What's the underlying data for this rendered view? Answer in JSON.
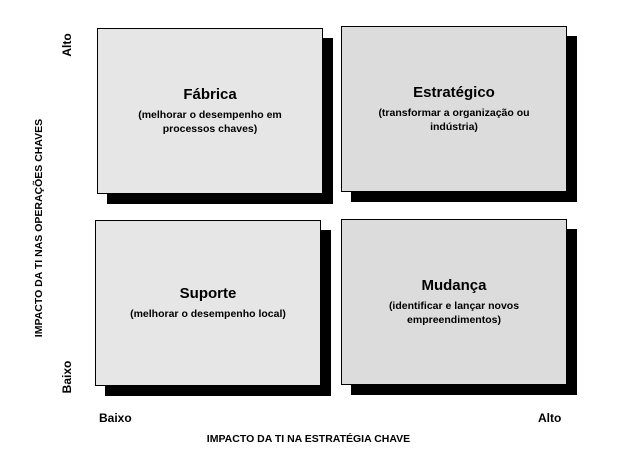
{
  "quadrants": {
    "fabrica": {
      "title": "Fábrica",
      "description": "(melhorar o desempenho em processos chaves)"
    },
    "estrategico": {
      "title": "Estratégico",
      "description": "(transformar a organização ou indústria)"
    },
    "suporte": {
      "title": "Suporte",
      "description": "(melhorar o desempenho local)"
    },
    "mudanca": {
      "title": "Mudança",
      "description": "(identificar e lançar novos empreendimentos)"
    }
  },
  "x_axis": {
    "title": "IMPACTO DA TI NA ESTRATÉGIA CHAVE",
    "low": "Baixo",
    "high": "Alto"
  },
  "y_axis": {
    "title": "IMPACTO DA TI NAS OPERAÇÕES CHAVES",
    "low": "Baixo",
    "high": "Alto"
  }
}
